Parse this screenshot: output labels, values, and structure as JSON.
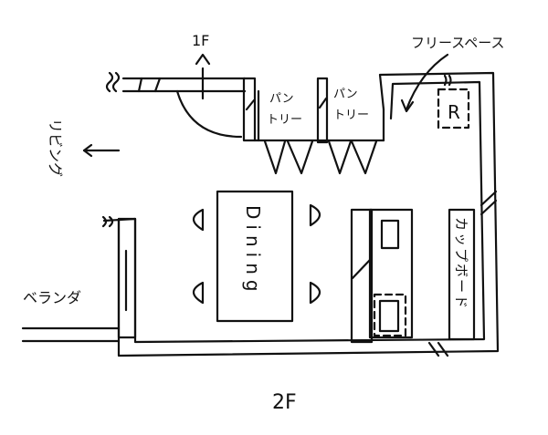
{
  "floor_label": "2F",
  "stair_label": "1F",
  "rooms": {
    "free_space": "フリースペース",
    "pantry_left": [
      "パン",
      "トリー"
    ],
    "pantry_right": [
      "パン",
      "トリー"
    ],
    "living": "リビング",
    "dining": "Dining",
    "cupboard": "カップボード",
    "veranda": "ベランダ",
    "fridge": "R"
  }
}
